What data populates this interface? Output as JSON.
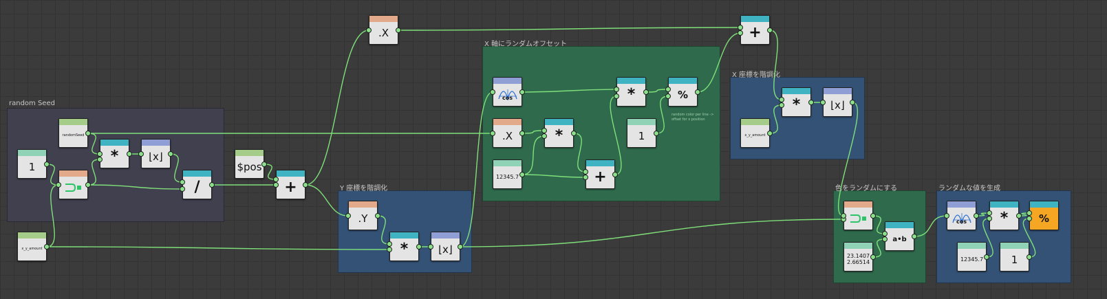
{
  "frames": {
    "random_seed": {
      "title": "random Seed",
      "color": "#41404f"
    },
    "y_quantize": {
      "title": "Y 座標を階調化",
      "color": "#345276"
    },
    "x_offset": {
      "title": "X 軸にランダムオフセット",
      "color": "#2f6a4c",
      "note": "random color per line -> offset for x position"
    },
    "x_quantize": {
      "title": "X 座標を階調化",
      "color": "#345276"
    },
    "random_color": {
      "title": "色をランダムにする",
      "color": "#2f6a4c"
    },
    "random_value": {
      "title": "ランダムな値を生成",
      "color": "#345276"
    }
  },
  "nodes": {
    "const_1a": {
      "label": "1",
      "icon": "number-constant"
    },
    "random_seed": {
      "label": "randomSeed",
      "icon": "parameter"
    },
    "bool_switch_a": {
      "label": "",
      "icon": "boolean-switch-icon"
    },
    "xy_amount_a": {
      "label": "x_y_amount",
      "icon": "parameter"
    },
    "mul_a": {
      "label": "*",
      "icon": "multiply"
    },
    "floor_a": {
      "label": "⌊x⌋",
      "icon": "floor"
    },
    "div_a": {
      "label": "/",
      "icon": "divide"
    },
    "pos": {
      "label": "$pos",
      "icon": "parameter"
    },
    "add_a": {
      "label": "+",
      "icon": "add"
    },
    "swizzle_x_top": {
      "label": ".X",
      "icon": "swizzle"
    },
    "swizzle_y": {
      "label": ".Y",
      "icon": "swizzle"
    },
    "mul_y": {
      "label": "*",
      "icon": "multiply"
    },
    "floor_y": {
      "label": "⌊x⌋",
      "icon": "floor"
    },
    "cos_a": {
      "label": "cos",
      "icon": "cosine-wave-icon"
    },
    "swizzle_x_mid": {
      "label": ".X",
      "icon": "swizzle"
    },
    "const_12345_a": {
      "label": "12345.7",
      "icon": "number-constant"
    },
    "mul_b": {
      "label": "*",
      "icon": "multiply"
    },
    "add_b": {
      "label": "+",
      "icon": "add"
    },
    "mul_c": {
      "label": "*",
      "icon": "multiply"
    },
    "mod_a": {
      "label": "%",
      "icon": "modulo"
    },
    "const_1b": {
      "label": "1",
      "icon": "number-constant"
    },
    "add_top": {
      "label": "+",
      "icon": "add"
    },
    "mul_x": {
      "label": "*",
      "icon": "multiply"
    },
    "floor_x": {
      "label": "⌊x⌋",
      "icon": "floor"
    },
    "xy_amount_b": {
      "label": "x_y_amount",
      "icon": "parameter"
    },
    "bool_switch_b": {
      "label": "",
      "icon": "boolean-switch-icon"
    },
    "vec_const": {
      "label": "23.1407\n2.66514",
      "icon": "vector-constant"
    },
    "dot": {
      "label": "a•b",
      "icon": "dot-product"
    },
    "cos_b": {
      "label": "cos",
      "icon": "cosine-wave-icon"
    },
    "mul_d": {
      "label": "*",
      "icon": "multiply"
    },
    "mod_b": {
      "label": "%",
      "icon": "modulo"
    },
    "const_12345_b": {
      "label": "12345.7",
      "icon": "number-constant"
    },
    "const_1c": {
      "label": "1",
      "icon": "number-constant"
    }
  },
  "colors": {
    "wire": "#7fe07a",
    "port": "#8ce08c",
    "node_body": "#e4e4e4",
    "selected_node": "#f5a623",
    "header_teal": "#3fb3c2",
    "header_orange": "#e2a98a",
    "header_green": "#a6cc8a",
    "header_blue": "#8f9fd6",
    "header_mint": "#8fd2b6"
  }
}
